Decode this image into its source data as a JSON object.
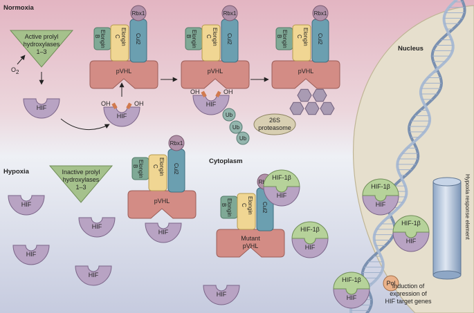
{
  "sections": {
    "normoxia": "Normoxia",
    "hypoxia": "Hypoxia",
    "cytoplasm": "Cytoplasm",
    "nucleus": "Nucleus"
  },
  "labels": {
    "active_prolyl": [
      "Active prolyl",
      "hydroxylases",
      "1–3"
    ],
    "inactive_prolyl": [
      "Inactive prolyl",
      "hydroxylases",
      "1–3"
    ],
    "o2": "O",
    "o2_sub": "2",
    "hif": "HIF",
    "oh": "OH",
    "pvhl": "pVHL",
    "mutant_pvhl": [
      "Mutant",
      "pVHL"
    ],
    "rbx1": "Rbx1",
    "elongin_b": [
      "Elongin",
      "B"
    ],
    "elongin_c": [
      "Elongin",
      "C"
    ],
    "cul2": "Cul2",
    "ub": "Ub",
    "proteasome": [
      "26S",
      "proteasome"
    ],
    "hif1b": "HIF-1β",
    "pol": "Pol",
    "hre": "Hypoxia response element",
    "induction": [
      "Induction of",
      "expression of",
      "HIF target genes"
    ]
  },
  "colors": {
    "normoxia_bg": "#e8c3cd",
    "hypoxia_bg": "#cfd3e4",
    "nucleus_fill": "#e6dfcd",
    "hif": "#b8a3c3",
    "pvhl": "#d38c85",
    "rbx1": "#b191a9",
    "elongin_b": "#7fa996",
    "elongin_c": "#f0d693",
    "cul2": "#6b9fb0",
    "hydroxylase": "#a5c18c",
    "hif1b": "#b6d29a",
    "proteasome": "#d8cfb2",
    "ub": "#93b5ad",
    "pol": "#eab28a",
    "dna": "#8aa0bd"
  }
}
